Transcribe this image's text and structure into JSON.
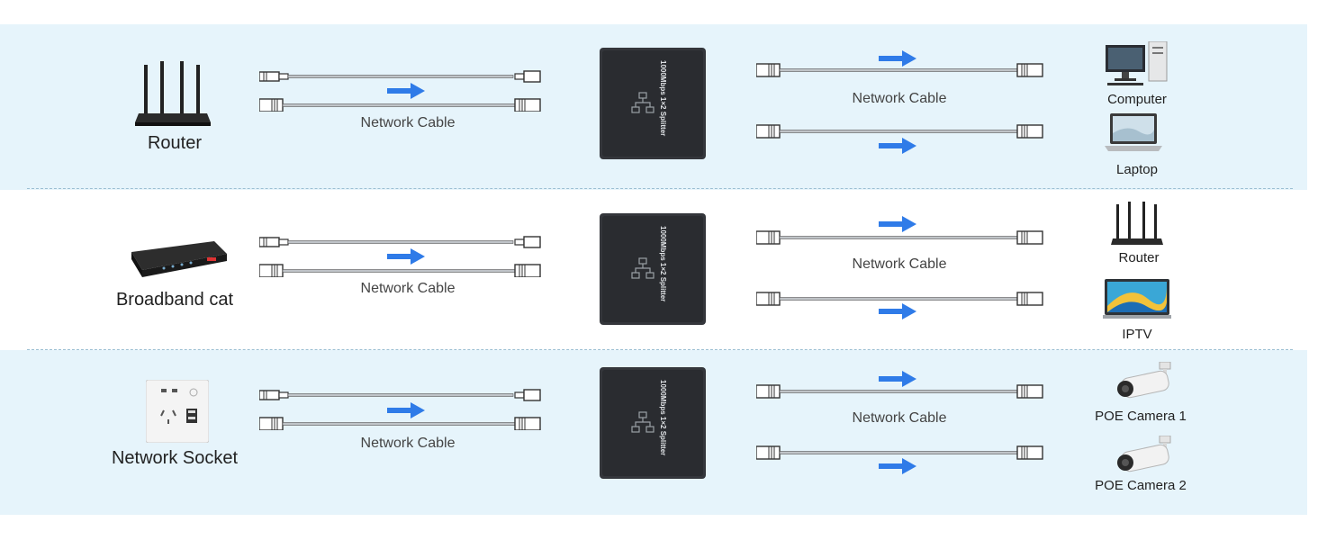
{
  "colors": {
    "band": "#e6f4fb",
    "arrow": "#2f7be8",
    "splitter": "#2f3136",
    "cable": "#b8bcc0"
  },
  "cable_label": "Network Cable",
  "splitter_text": "1000Mbps 1×2 Splitter",
  "rows": [
    {
      "source": "Router",
      "source_icon": "router-icon",
      "devices": [
        "Computer",
        "Laptop"
      ],
      "device_icons": [
        "computer-icon",
        "laptop-icon"
      ]
    },
    {
      "source": "Broadband cat",
      "source_icon": "modem-icon",
      "devices": [
        "Router",
        "IPTV"
      ],
      "device_icons": [
        "router-icon",
        "tv-icon"
      ]
    },
    {
      "source": "Network Socket",
      "source_icon": "wall-socket-icon",
      "devices": [
        "POE Camera 1",
        "POE Camera 2"
      ],
      "device_icons": [
        "camera-icon",
        "camera-icon"
      ]
    }
  ]
}
